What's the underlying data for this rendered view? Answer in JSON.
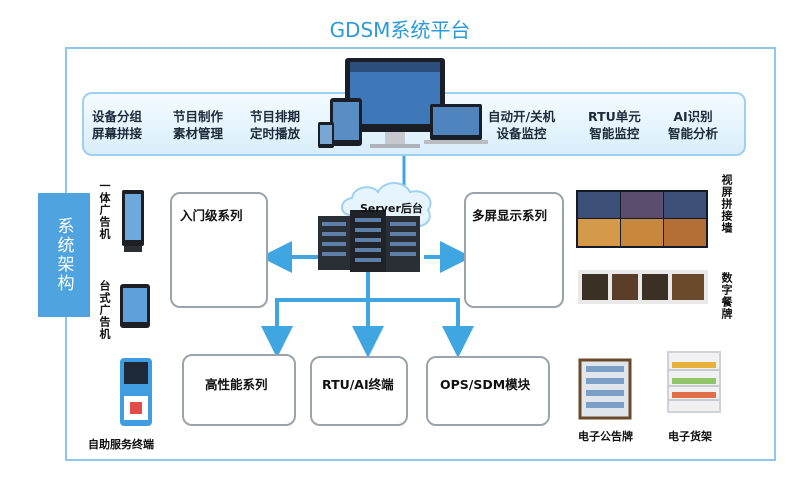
{
  "title": "GDSM系统平台",
  "sidebar_label": "系统架构",
  "features": [
    {
      "line1": "设备分组",
      "line2": "屏幕拼接"
    },
    {
      "line1": "节目制作",
      "line2": "素材管理"
    },
    {
      "line1": "节目排期",
      "line2": "定时播放"
    },
    {
      "line1": "自动开/关机",
      "line2": "设备监控"
    },
    {
      "line1": "RTU单元",
      "line2": "智能监控"
    },
    {
      "line1": "AI识别",
      "line2": "智能分析"
    }
  ],
  "server_label": "Server后台",
  "systems": {
    "entry": "入门级系列",
    "multi": "多屏显示系列",
    "high": "高性能系列",
    "rtu": "RTU/AI终端",
    "ops": "OPS/SDM模块"
  },
  "left_devices": {
    "kiosk_ad": "一体广告机",
    "desktop_ad": "台式广告机",
    "self_service": "自助服务终端"
  },
  "right_devices": {
    "video_wall": "视屏拼接墙",
    "menu": "数字餐牌",
    "bulletin": "电子公告牌",
    "shelf": "电子货架"
  },
  "colors": {
    "accent": "#2d9ad8",
    "arrow": "#3fa6e2",
    "frame": "#8ec6ec"
  }
}
